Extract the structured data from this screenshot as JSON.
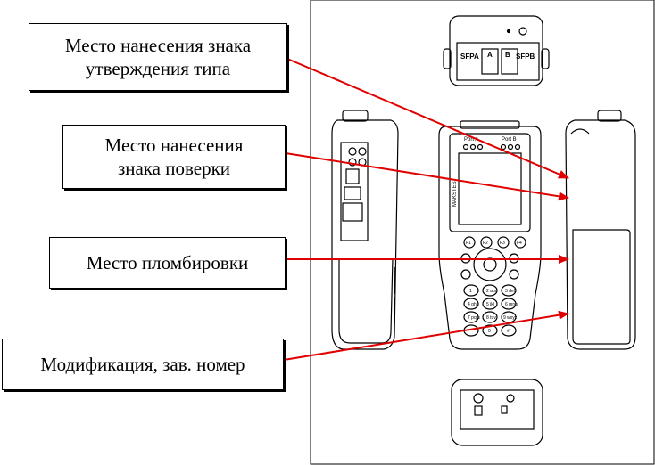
{
  "labels": {
    "type_approval": "Место нанесения знака\nутверждения типа",
    "verification": "Место нанесения\nзнака поверки",
    "sealing": "Место пломбировки",
    "modification": "Модификация, зав. номер"
  },
  "device": {
    "top_panel": {
      "sfp_a": "SFPA",
      "port_a": "A",
      "port_b": "B",
      "sfp_b": "SFPB"
    },
    "front": {
      "port_a": "Port A",
      "port_b": "Port B",
      "side_text": "MAKSTEST",
      "fkeys": [
        "F1",
        "F2",
        "F3",
        "F4"
      ],
      "keypad": [
        "1",
        "2\nabc",
        "3\ndef",
        "4\nghi",
        "5\njkl",
        "6\nmno",
        "7\npqrs",
        "8\ntuv",
        "9\nwxyz",
        "*",
        "0",
        "#"
      ]
    }
  },
  "colors": {
    "arrow": "#e00000",
    "outline": "#000000"
  }
}
